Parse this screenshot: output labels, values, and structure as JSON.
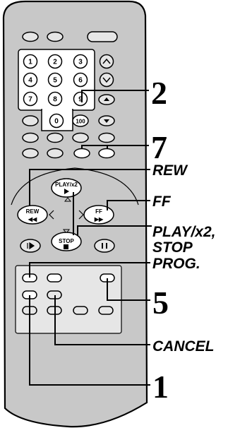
{
  "remote": {
    "number_keys": [
      "1",
      "2",
      "3",
      "4",
      "5",
      "6",
      "7",
      "8",
      "9",
      "0"
    ],
    "key_100": "100",
    "play_key": "PLAY/x2",
    "rew_key": "REW",
    "ff_key": "FF",
    "stop_key": "STOP"
  },
  "callouts": {
    "c2": "2",
    "c7": "7",
    "rew": "REW",
    "ff": "FF",
    "play_stop_line1": "PLAY/x2,",
    "play_stop_line2": "STOP",
    "prog": "PROG.",
    "c5": "5",
    "cancel": "CANCEL",
    "c1": "1"
  },
  "colors": {
    "body": "#c8c8c8",
    "panel": "#e6e6e6",
    "button": "#ffffff",
    "ink": "#000000"
  }
}
